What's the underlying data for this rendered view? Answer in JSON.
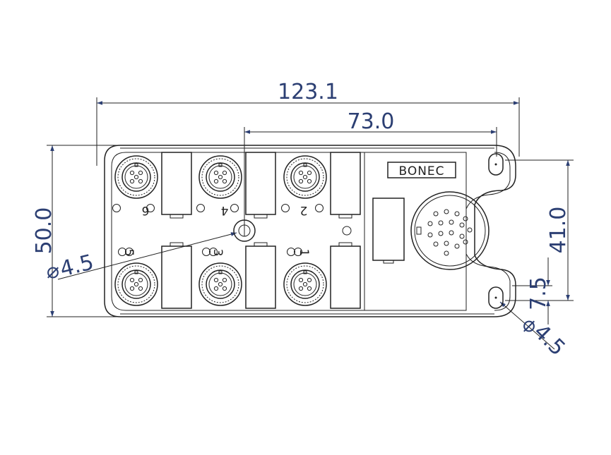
{
  "dimensions": {
    "overall_length": "123.1",
    "port_section_length": "73.0",
    "overall_height": "50.0",
    "hole_spacing": "41.0",
    "hole_offset": "7.5",
    "center_hole_diameter": "4.5",
    "mount_hole_diameter": "4.5",
    "diameter_symbol": "⌀"
  },
  "brand": "BONEC",
  "ports": {
    "top": [
      "6",
      "4",
      "2"
    ],
    "bottom": [
      "5",
      "3",
      "1"
    ]
  },
  "colors": {
    "dimension_text": "#2c3f73",
    "outline": "#222222"
  }
}
